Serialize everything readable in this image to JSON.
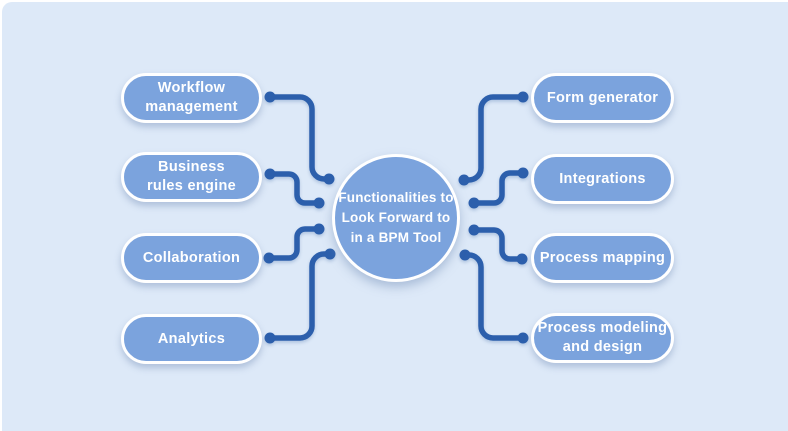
{
  "diagram": {
    "title": "Functionalities to Look Forward to in a BPM Tool",
    "center": {
      "label": "Functionalities to\nLook Forward to\nin a BPM Tool"
    },
    "left_nodes": [
      {
        "label": "Workflow\nmanagement"
      },
      {
        "label": "Business\nrules engine"
      },
      {
        "label": "Collaboration"
      },
      {
        "label": "Analytics"
      }
    ],
    "right_nodes": [
      {
        "label": "Form generator"
      },
      {
        "label": "Integrations"
      },
      {
        "label": "Process mapping"
      },
      {
        "label": "Process modeling\nand design"
      }
    ],
    "colors": {
      "background": "#dde9f8",
      "node_fill": "#7ba3dd",
      "node_border": "#ffffff",
      "connector": "#2c5fac",
      "text": "#ffffff"
    }
  }
}
